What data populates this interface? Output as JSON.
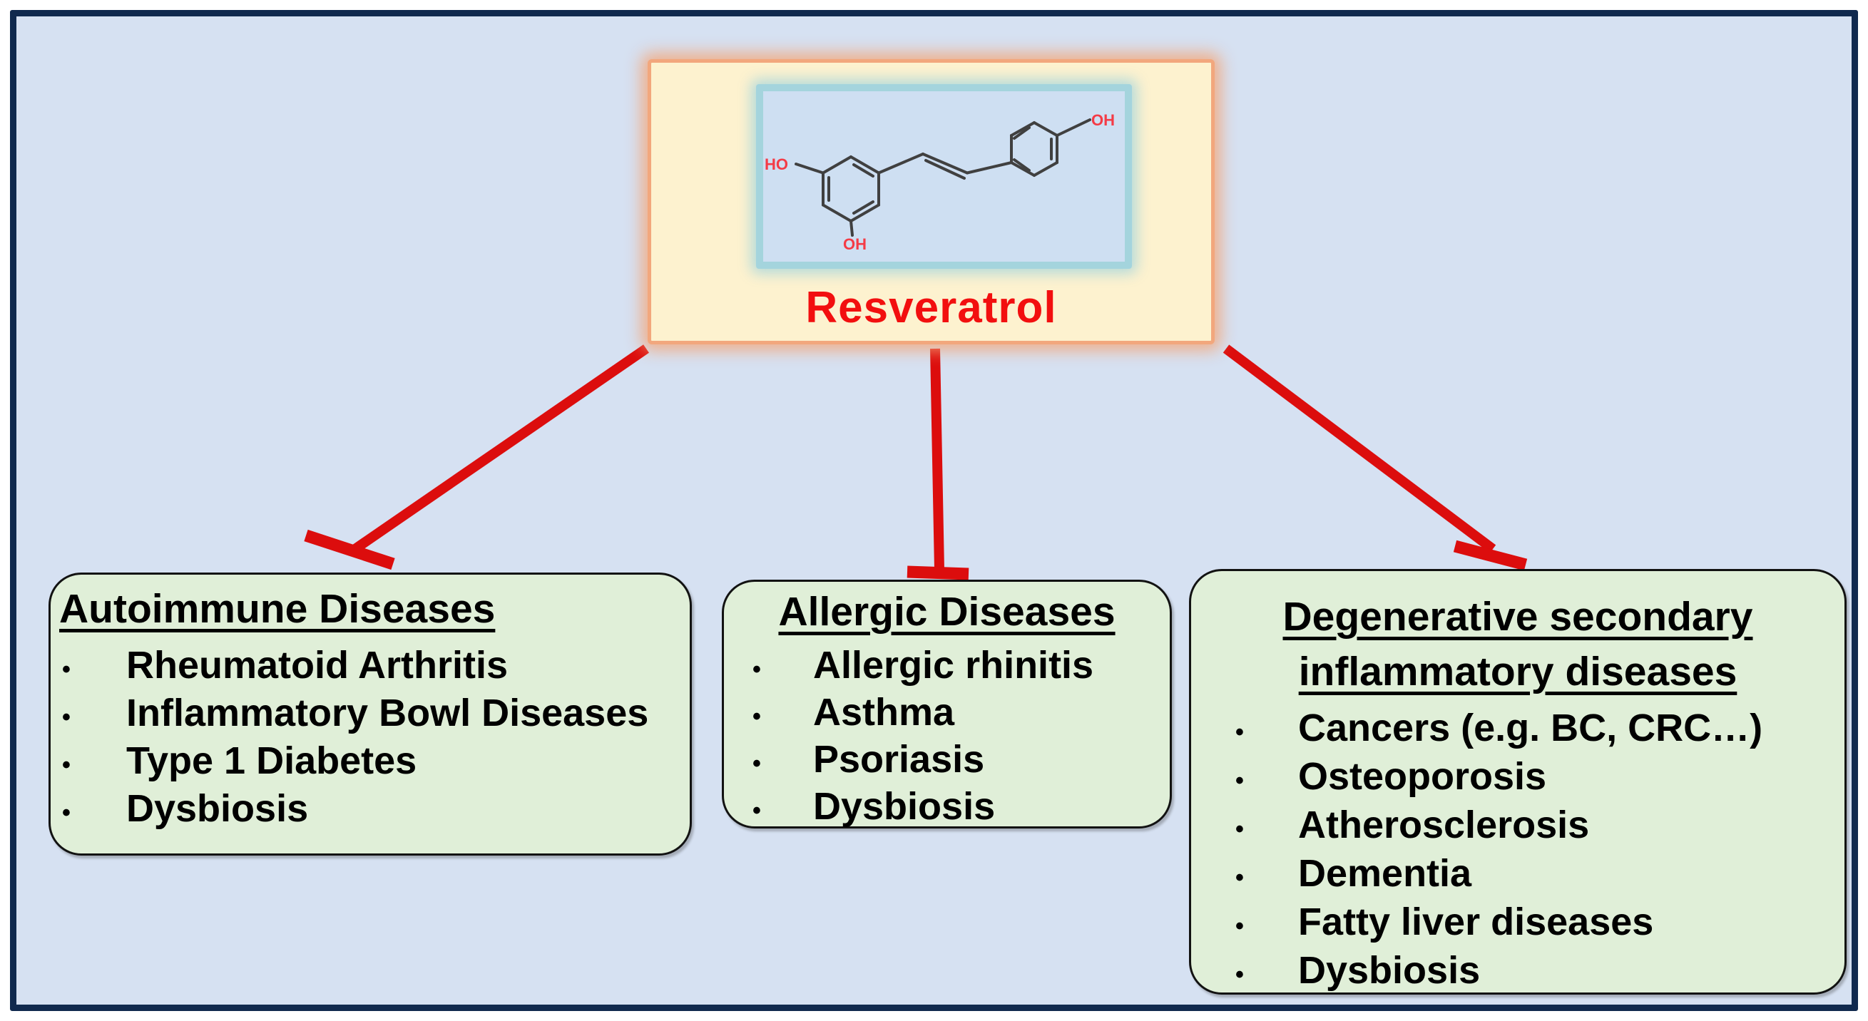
{
  "source": {
    "label": "Resveratrol"
  },
  "molecule": {
    "name": "resveratrol-chemical-structure",
    "labels": [
      "HO",
      "OH",
      "OH"
    ]
  },
  "boxes": [
    {
      "title": "Autoimmune Diseases",
      "items": [
        "Rheumatoid Arthritis",
        "Inflammatory Bowl Diseases",
        "Type 1 Diabetes",
        "Dysbiosis"
      ]
    },
    {
      "title": "Allergic Diseases",
      "items": [
        "Allergic rhinitis",
        "Asthma",
        "Psoriasis",
        "Dysbiosis"
      ]
    },
    {
      "title_lines": [
        "Degenerative secondary",
        "inflammatory diseases"
      ],
      "items": [
        "Cancers (e.g. BC, CRC…)",
        "Osteoporosis",
        "Atherosclerosis",
        "Dementia",
        "Fatty liver diseases",
        "Dysbiosis"
      ]
    }
  ],
  "relations": [
    {
      "type": "inhibition",
      "from": "Resveratrol",
      "to": "Autoimmune Diseases"
    },
    {
      "type": "inhibition",
      "from": "Resveratrol",
      "to": "Allergic Diseases"
    },
    {
      "type": "inhibition",
      "from": "Resveratrol",
      "to": "Degenerative secondary inflammatory diseases"
    }
  ],
  "colors": {
    "page_border": "#10294e",
    "background": "#d6e1f2",
    "source_box_fill": "#fdf2cf",
    "source_box_border": "#f2a77d",
    "structure_panel_fill": "#cedff2",
    "structure_panel_border": "#a4d4dd",
    "disease_box_fill": "#e0efd8",
    "disease_box_border": "#121212",
    "arrow_red": "#dc0d0d",
    "source_label_red": "#f20f0f",
    "molecule_bond": "#404040",
    "molecule_label_red": "#f43b46"
  }
}
